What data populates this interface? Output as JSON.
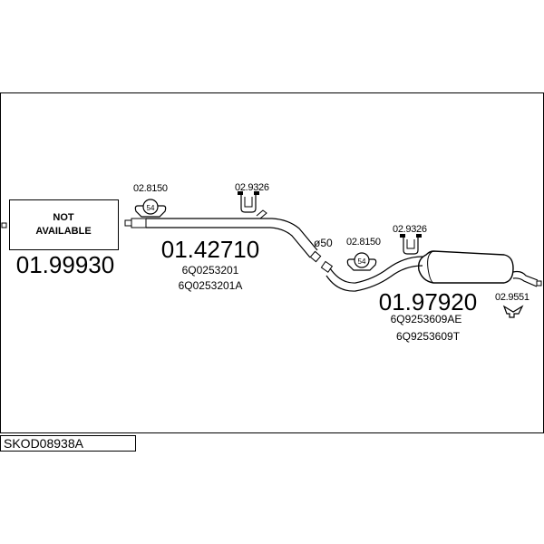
{
  "not_available_box": {
    "line1": "NOT",
    "line2": "AVAILABLE",
    "part_number": "01.99930"
  },
  "front_pipe": {
    "part_number": "01.42710",
    "oem_numbers": [
      "6Q0253201",
      "6Q0253201A"
    ]
  },
  "rear_silencer": {
    "part_number": "01.97920",
    "oem_numbers": [
      "6Q9253609AE",
      "6Q9253609T"
    ]
  },
  "clamps": [
    {
      "code": "02.8150",
      "size": "54"
    },
    {
      "code": "02.8150",
      "size": "54"
    }
  ],
  "hangers": [
    {
      "code": "02.9326"
    },
    {
      "code": "02.9326"
    }
  ],
  "bracket": {
    "code": "02.9551"
  },
  "diameter_label": "ø50",
  "reference": "SKOD08938A"
}
